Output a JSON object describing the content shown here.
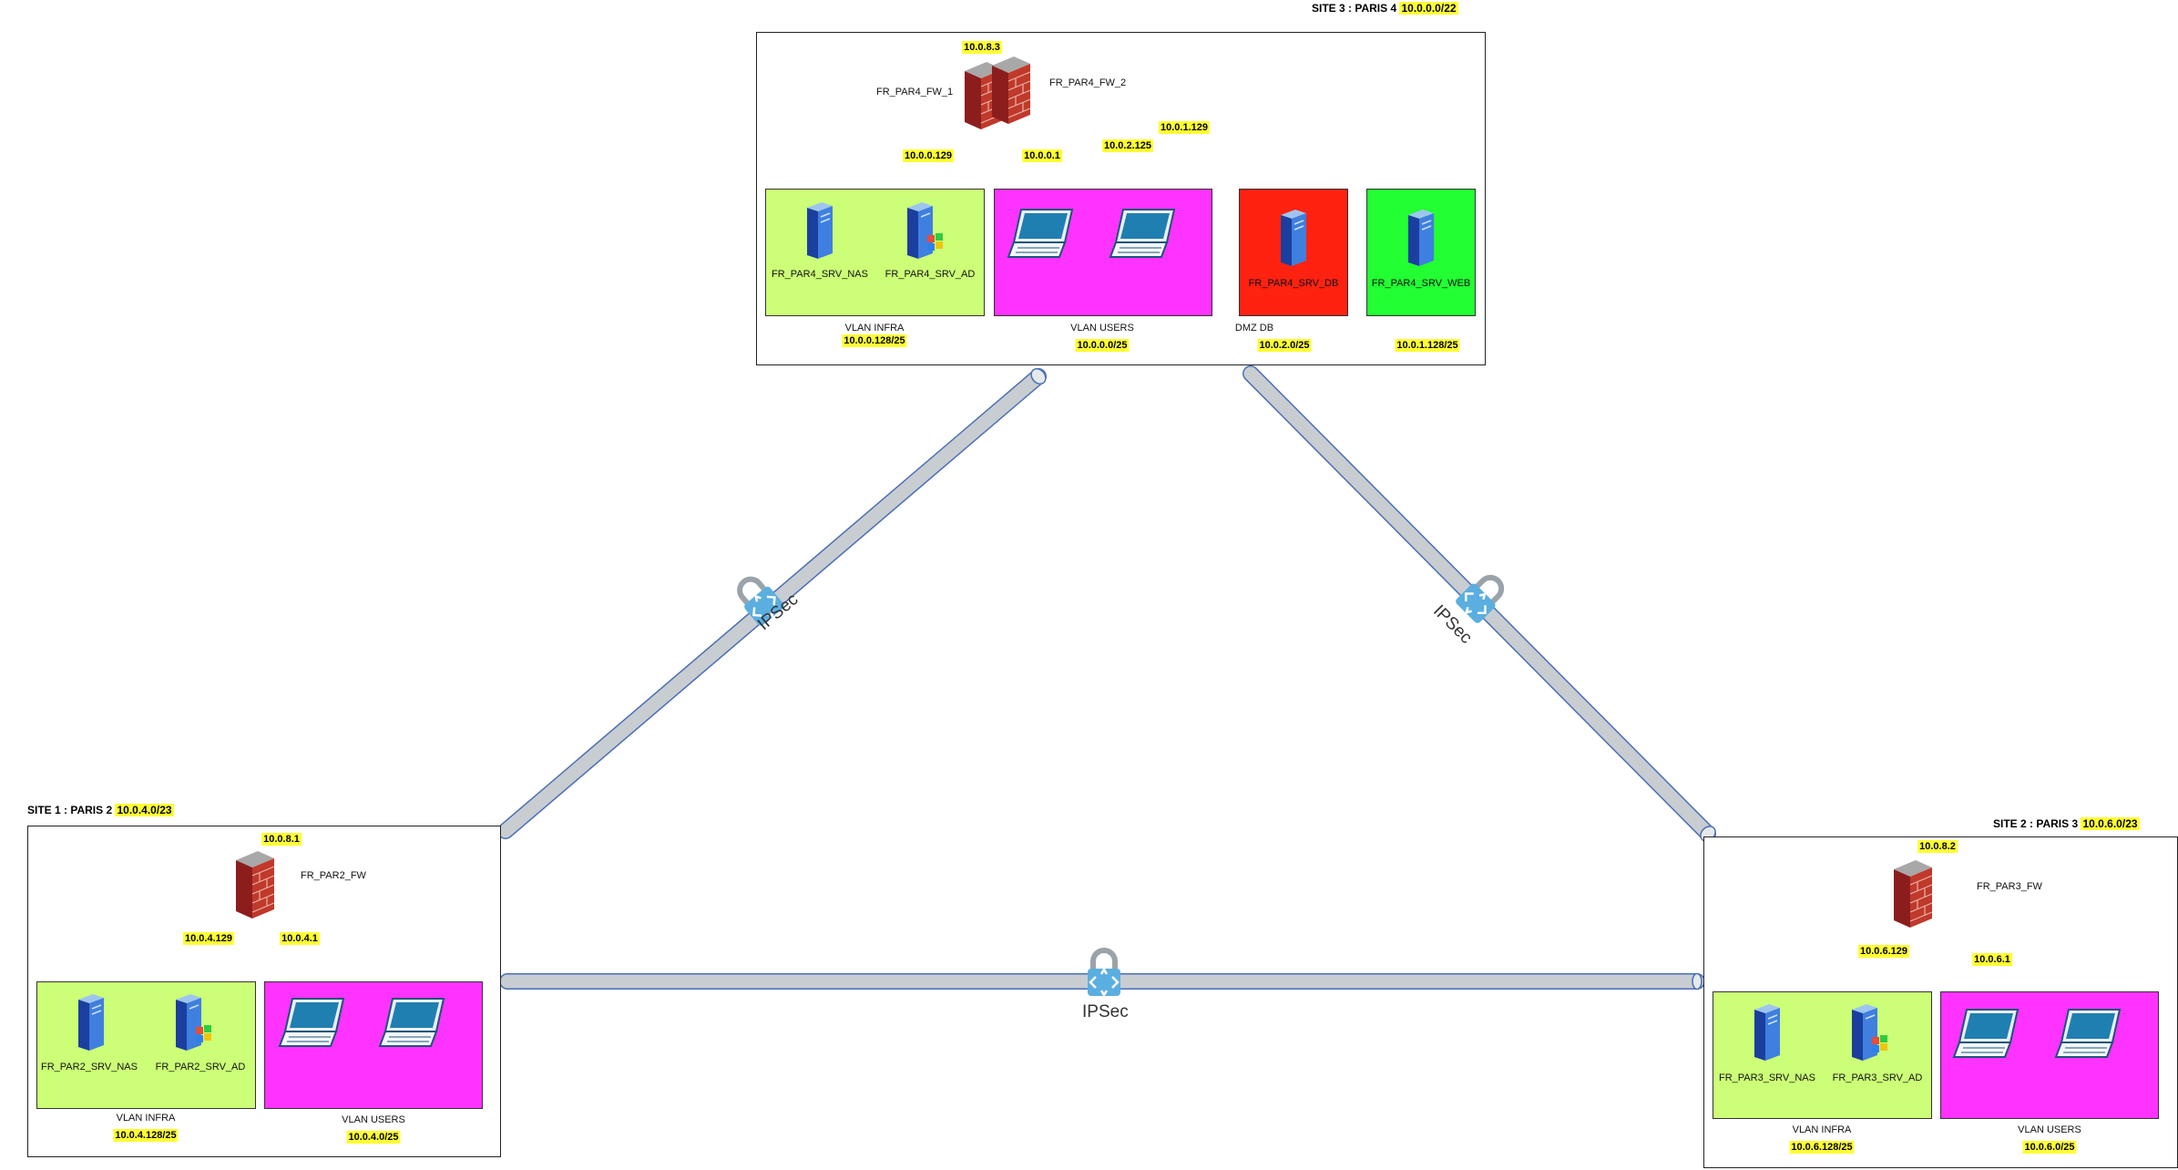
{
  "colors": {
    "infra": "#ccff77",
    "users": "#ff33ff",
    "dmz_db": "#ff2211",
    "web": "#22ff33",
    "ip_highlight": "#ffff33",
    "tunnel": "#c8cdd2",
    "tunnel_edge": "#4a6fb5"
  },
  "icons": [
    "firewall-icon",
    "server-icon",
    "windows-server-icon",
    "laptop-icon",
    "vpn-lock-icon"
  ],
  "site3": {
    "title": "SITE 3 : PARIS 4",
    "subnet": "10.0.0.0/22",
    "fw1_name": "FR_PAR4_FW_1",
    "fw2_name": "FR_PAR4_FW_2",
    "fw_ip": "10.0.8.3",
    "link_infra_ip": "10.0.0.129",
    "link_users_ip": "10.0.0.1",
    "link_db_ip": "10.0.2.125",
    "link_web_ip": "10.0.1.129",
    "nas": "FR_PAR4_SRV_NAS",
    "ad": "FR_PAR4_SRV_AD",
    "db": "FR_PAR4_SRV_DB",
    "web": "FR_PAR4_SRV_WEB",
    "infra_label": "VLAN INFRA",
    "infra_subnet": "10.0.0.128/25",
    "users_label": "VLAN USERS",
    "users_subnet": "10.0.0.0/25",
    "db_label": "DMZ DB",
    "db_subnet": "10.0.2.0/25",
    "web_subnet": "10.0.1.128/25"
  },
  "site1": {
    "title": "SITE 1 : PARIS 2",
    "subnet": "10.0.4.0/23",
    "fw_name": "FR_PAR2_FW",
    "fw_ip": "10.0.8.1",
    "link_infra_ip": "10.0.4.129",
    "link_users_ip": "10.0.4.1",
    "nas": "FR_PAR2_SRV_NAS",
    "ad": "FR_PAR2_SRV_AD",
    "infra_label": "VLAN INFRA",
    "infra_subnet": "10.0.4.128/25",
    "users_label": "VLAN USERS",
    "users_subnet": "10.0.4.0/25"
  },
  "site2": {
    "title": "SITE 2 : PARIS 3",
    "subnet": "10.0.6.0/23",
    "fw_name": "FR_PAR3_FW",
    "fw_ip": "10.0.8.2",
    "link_infra_ip": "10.0.6.129",
    "link_users_ip": "10.0.6.1",
    "nas": "FR_PAR3_SRV_NAS",
    "ad": "FR_PAR3_SRV_AD",
    "infra_label": "VLAN INFRA",
    "infra_subnet": "10.0.6.128/25",
    "users_label": "VLAN USERS",
    "users_subnet": "10.0.6.0/25"
  },
  "tunnels": {
    "left": "IPSec",
    "right": "IPSec",
    "bottom": "IPSec"
  }
}
